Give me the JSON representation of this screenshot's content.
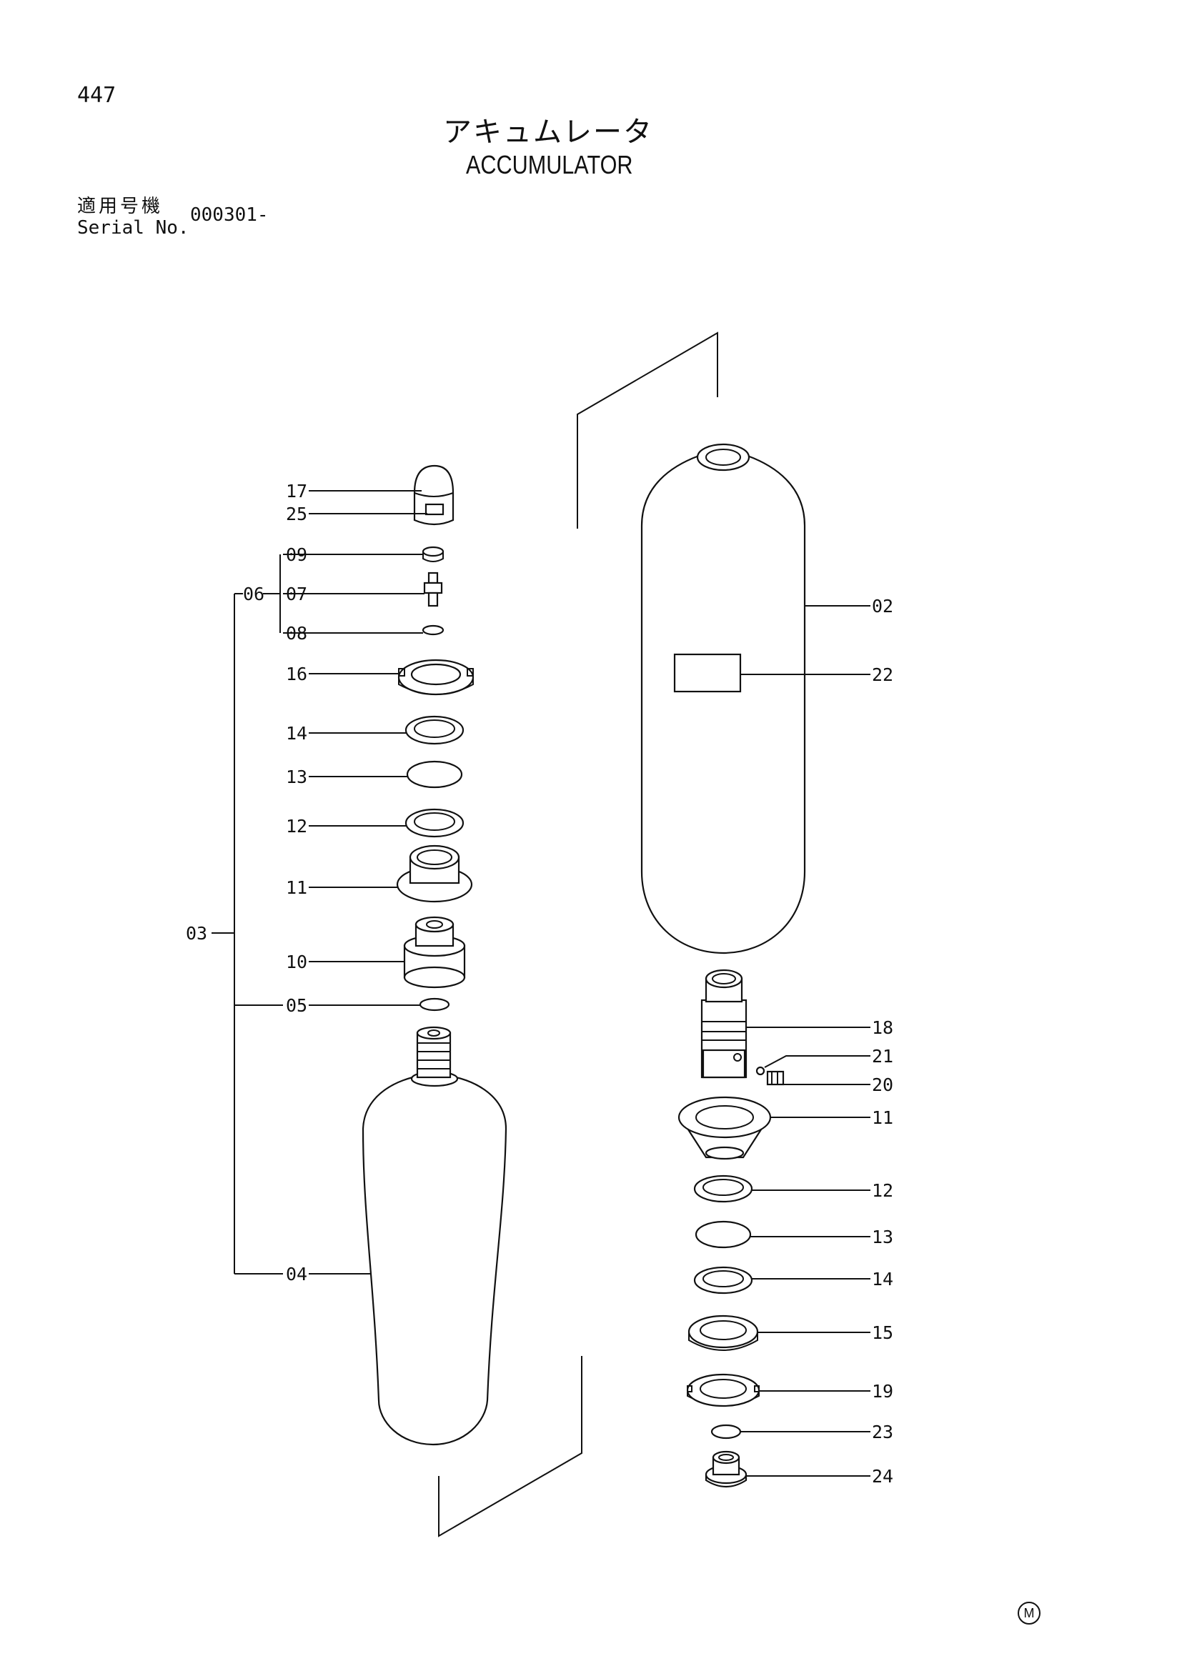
{
  "page": {
    "number": "447",
    "title_jp": "アキュムレータ",
    "title_en": "ACCUMULATOR",
    "serial_label_jp": "適用号機",
    "serial_label_en": "Serial No.",
    "serial_value": "000301-",
    "mark": "M"
  },
  "callouts": {
    "left_17": "17",
    "left_25": "25",
    "left_09": "09",
    "left_06": "06",
    "left_07": "07",
    "left_08": "08",
    "left_16": "16",
    "left_14": "14",
    "left_13": "13",
    "left_12": "12",
    "left_11": "11",
    "left_03": "03",
    "left_10": "10",
    "left_05": "05",
    "left_04": "04",
    "right_02": "02",
    "right_22": "22",
    "right_18": "18",
    "right_21": "21",
    "right_20": "20",
    "right_11": "11",
    "right_12": "12",
    "right_13": "13",
    "right_14": "14",
    "right_15": "15",
    "right_19": "19",
    "right_23": "23",
    "right_24": "24"
  }
}
